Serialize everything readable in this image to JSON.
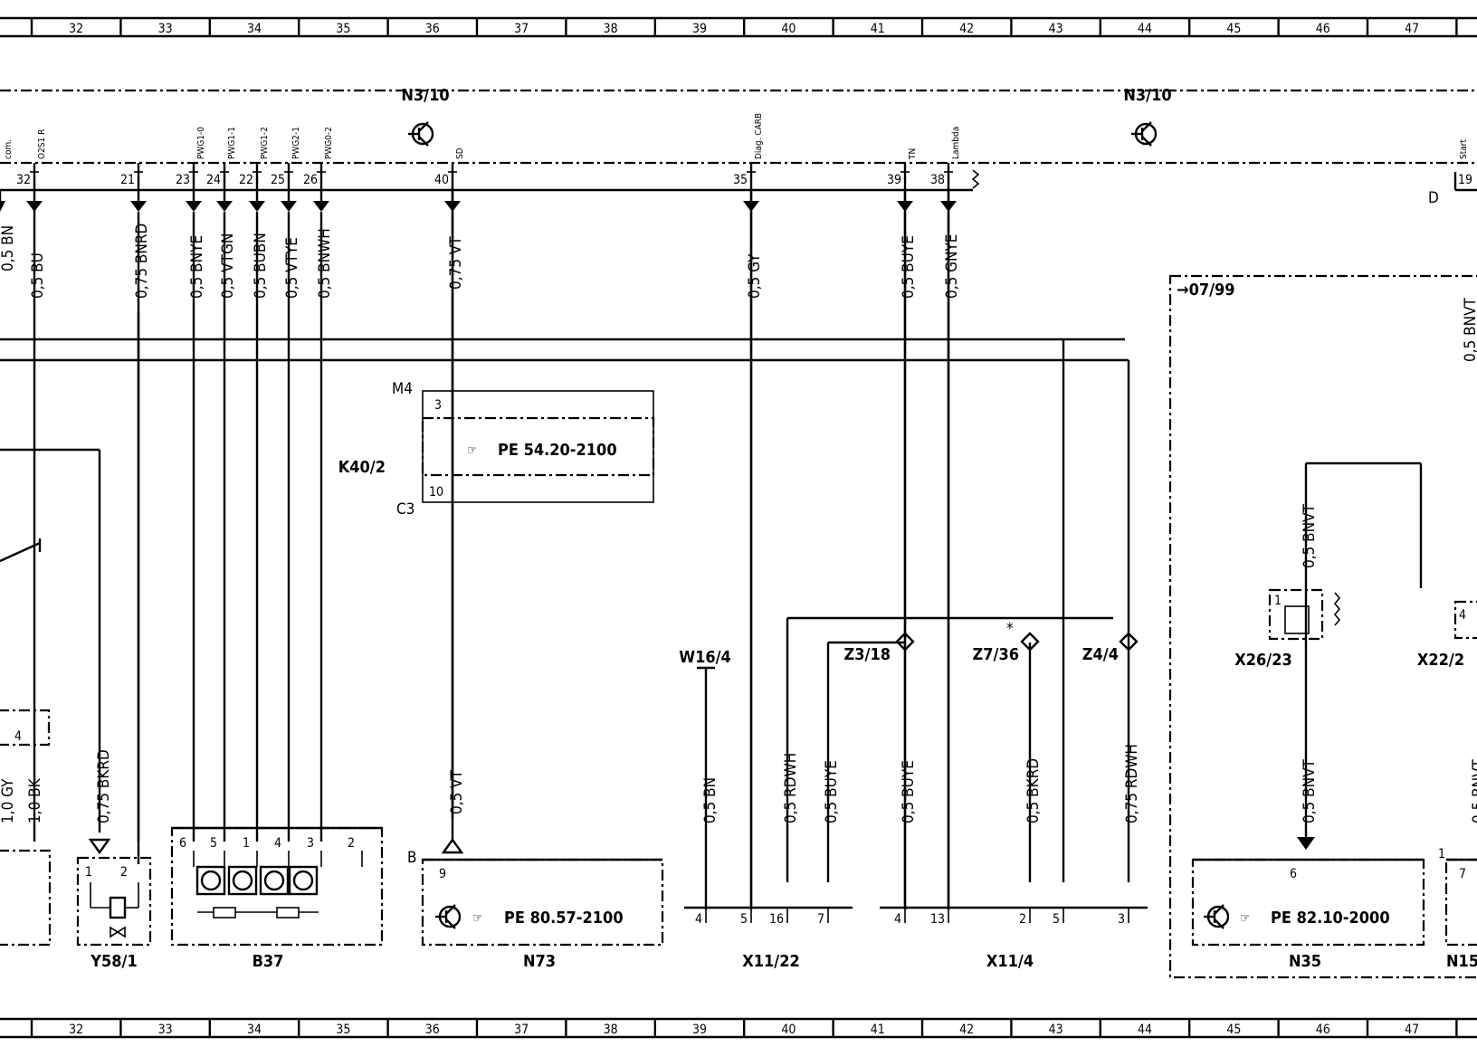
{
  "grid": {
    "columns": [
      "32",
      "33",
      "34",
      "35",
      "36",
      "37",
      "38",
      "39",
      "40",
      "41",
      "42",
      "43",
      "44",
      "45",
      "46",
      "47"
    ]
  },
  "control_units": {
    "left": "N3/10",
    "right": "N3/10"
  },
  "header_notes": {
    "d_label": "D",
    "d_pin": "19"
  },
  "connector_pins": [
    {
      "pin": "32",
      "signal": "O2S1 R",
      "wire": "0,5 BU"
    },
    {
      "pin": "21",
      "signal": "",
      "wire": "0,75 BNRD"
    },
    {
      "pin": "23",
      "signal": "PWG1-0",
      "wire": "0,5 BNYE"
    },
    {
      "pin": "24",
      "signal": "PWG1-1",
      "wire": "0,5 VTGN"
    },
    {
      "pin": "22",
      "signal": "PWG1-2",
      "wire": "0,5 BUBN"
    },
    {
      "pin": "25",
      "signal": "PWG2-1",
      "wire": "0,5 VTYE"
    },
    {
      "pin": "26",
      "signal": "PWG0-2",
      "wire": "0,5 BNWH"
    },
    {
      "pin": "40",
      "signal": "SD",
      "wire": "0,75 VT"
    },
    {
      "pin": "35",
      "signal": "Diag. CARB",
      "wire": "0,5 GY"
    },
    {
      "pin": "39",
      "signal": "TN",
      "wire": "0,5 BUYE"
    },
    {
      "pin": "38",
      "signal": "Lambda",
      "wire": "0,5 GNYE"
    }
  ],
  "left_edge": {
    "com_label": "com.",
    "wire_bn": "0,5 BN",
    "wire_gy": "1,0 GY",
    "wire_bk": "1,0 BK",
    "pin4": "4"
  },
  "components": {
    "k40_2": {
      "name": "K40/2",
      "ref": "PE 54.20-2100",
      "top_conn": "M4",
      "bottom_conn": "C3",
      "pin_top": "3",
      "pin_bottom": "10"
    },
    "n73": {
      "name": "N73",
      "ref": "PE 80.57-2100",
      "conn": "B",
      "pin": "9",
      "wire": "0,5 VT"
    },
    "y58_1": {
      "name": "Y58/1",
      "pins": [
        "1",
        "2"
      ],
      "wire": "0,75 BKRD"
    },
    "b37": {
      "name": "B37",
      "pins": [
        "6",
        "5",
        "1",
        "4",
        "3",
        "2"
      ]
    },
    "w16_4": {
      "name": "W16/4",
      "wire": "0,5 BN"
    },
    "x11_22": {
      "name": "X11/22",
      "pins": [
        "4",
        "5",
        "16",
        "7"
      ]
    },
    "x11_4": {
      "name": "X11/4",
      "pins": [
        "4",
        "13",
        "2",
        "5",
        "3"
      ]
    },
    "z3_18": {
      "name": "Z3/18"
    },
    "z7_36": {
      "name": "Z7/36",
      "star": "*"
    },
    "z4_4": {
      "name": "Z4/4"
    },
    "x26_23": {
      "name": "X26/23",
      "pin": "1"
    },
    "x22_2": {
      "name": "X22/2",
      "pin": "4"
    },
    "n35": {
      "name": "N35",
      "ref": "PE 82.10-2000",
      "pin": "6"
    },
    "n15": {
      "name": "N15",
      "pins": [
        "1",
        "7"
      ]
    }
  },
  "bottom_wires": {
    "x11_22": [
      "0,5 RDWH",
      "0,5 BUYE"
    ],
    "x11_4": [
      "0,5 BUYE",
      "0,5 BKRD",
      "0,75 RDWH"
    ],
    "n35": [
      "0,5 BNVT",
      "0,5 BNVT"
    ],
    "right_edge": [
      "0,5 BNVT",
      "0,5 BNVT"
    ]
  },
  "variant_note": "→07/99",
  "start_label": "Start"
}
